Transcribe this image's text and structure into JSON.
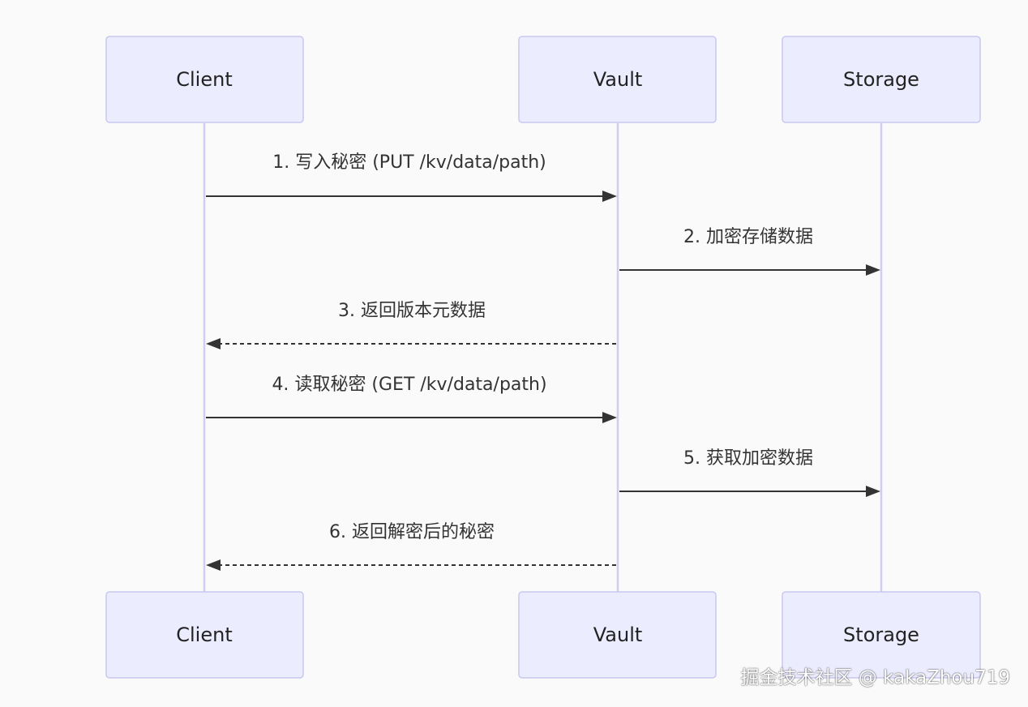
{
  "actors": [
    {
      "id": "client",
      "label": "Client"
    },
    {
      "id": "vault",
      "label": "Vault"
    },
    {
      "id": "storage",
      "label": "Storage"
    }
  ],
  "messages": [
    {
      "num": "1.",
      "text": "写入秘密 (PUT /kv/data/path)",
      "from": "client",
      "to": "vault",
      "style": "solid"
    },
    {
      "num": "2.",
      "text": "加密存储数据",
      "from": "vault",
      "to": "storage",
      "style": "solid"
    },
    {
      "num": "3.",
      "text": "返回版本元数据",
      "from": "vault",
      "to": "client",
      "style": "dashed"
    },
    {
      "num": "4.",
      "text": "读取秘密 (GET /kv/data/path)",
      "from": "client",
      "to": "vault",
      "style": "solid"
    },
    {
      "num": "5.",
      "text": "获取加密数据",
      "from": "vault",
      "to": "storage",
      "style": "solid"
    },
    {
      "num": "6.",
      "text": "返回解密后的秘密",
      "from": "vault",
      "to": "client",
      "style": "dashed"
    }
  ],
  "colors": {
    "actor_fill": "#ececff",
    "actor_border": "#c8c8f0",
    "lifeline": "#cfcdf0",
    "line": "#333333",
    "background": "#fafafa"
  },
  "watermark": "掘金技术社区 @ kakaZhou719"
}
